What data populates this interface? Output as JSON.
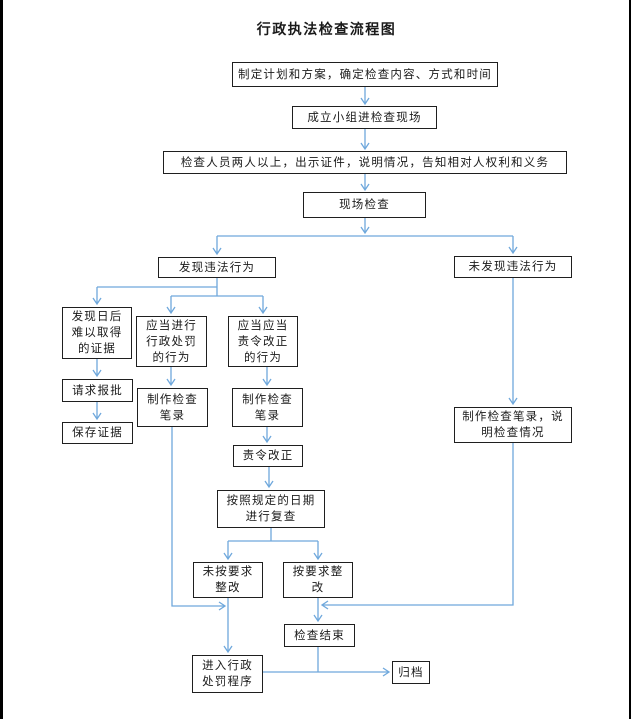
{
  "title": "行政执法检查流程图",
  "nodes": {
    "plan": "制定计划和方案，确定检查内容、方式和时间",
    "team": "成立小组进检查现场",
    "notify": "检查人员两人以上，出示证件，说明情况，告知相对人权利和义务",
    "onsite": "现场检查",
    "found": "发现违法行为",
    "not_found": "未发现违法行为",
    "evidence_hard": "发现日后\n难以取得\n的证据",
    "need_penalty": "应当进行\n行政处罚\n的行为",
    "need_correction": "应当应当\n责令改正\n的行为",
    "request_approval": "请求报批",
    "preserve_evidence": "保存证据",
    "record_penalty": "制作检查\n笔录",
    "record_correction": "制作检查\n笔录",
    "order_correct": "责令改正",
    "recheck": "按照规定的日期\n进行复查",
    "not_rectified": "未按要求\n整改",
    "rectified": "按要求整\n改",
    "record_explain": "制作检查笔录，说\n明检查情况",
    "end": "检查结束",
    "penalty_procedure": "进入行政\n处罚程序",
    "archive": "归档"
  },
  "colors": {
    "connector_blue": "#6fa8dc",
    "box_border": "#1f1f1f",
    "text_ink": "#1a1a1a",
    "page_edge": "#000000",
    "page_bg": "#ffffff"
  }
}
